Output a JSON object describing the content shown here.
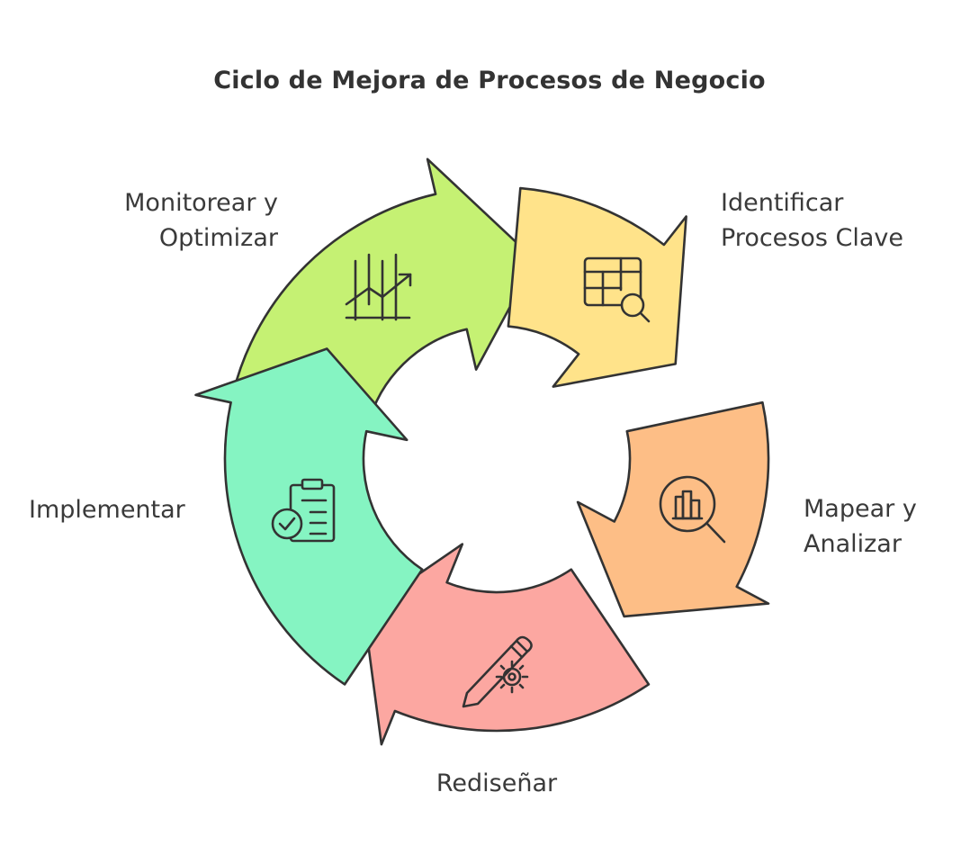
{
  "title": "Ciclo de Mejora de Procesos de Negocio",
  "colors": {
    "stroke": "#333333",
    "step1": "#FFE38A",
    "step2": "#FDBE86",
    "step3": "#FCA7A1",
    "step4": "#85F4C2",
    "step5": "#C5F173"
  },
  "steps": [
    {
      "id": "identificar",
      "lines": [
        "Identificar",
        "Procesos Clave"
      ],
      "icon": "table-search-icon"
    },
    {
      "id": "mapear",
      "lines": [
        "Mapear y",
        "Analizar"
      ],
      "icon": "magnifier-analysis-icon"
    },
    {
      "id": "redisenar",
      "lines": [
        "Rediseñar"
      ],
      "icon": "pencil-gear-icon"
    },
    {
      "id": "implementar",
      "lines": [
        "Implementar"
      ],
      "icon": "clipboard-check-icon"
    },
    {
      "id": "monitorear",
      "lines": [
        "Monitorear y",
        "Optimizar"
      ],
      "icon": "trend-chart-icon"
    }
  ]
}
